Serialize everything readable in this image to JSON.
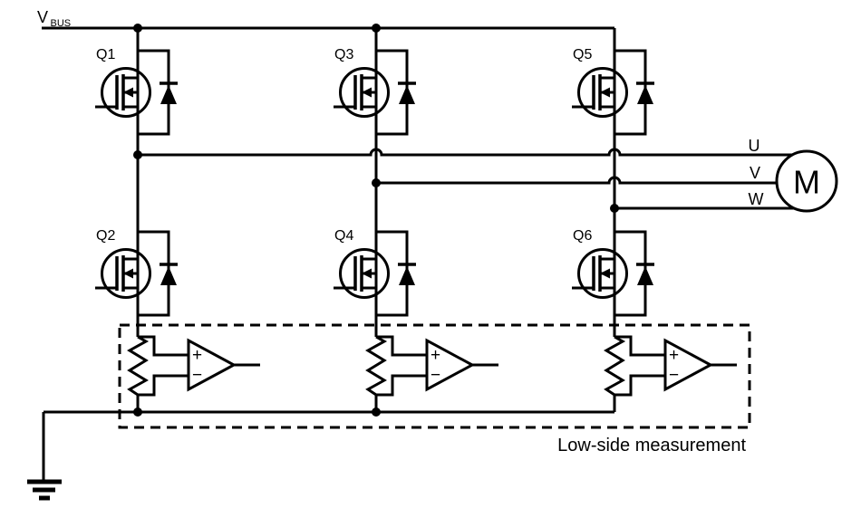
{
  "colors": {
    "line": "#000000",
    "background": "#ffffff"
  },
  "bus": {
    "label": "V",
    "subscript": "BUS"
  },
  "transistors": [
    {
      "label": "Q1"
    },
    {
      "label": "Q3"
    },
    {
      "label": "Q5"
    },
    {
      "label": "Q2"
    },
    {
      "label": "Q4"
    },
    {
      "label": "Q6"
    }
  ],
  "phases": [
    {
      "label": "U"
    },
    {
      "label": "V"
    },
    {
      "label": "W"
    }
  ],
  "motor": {
    "label": "M"
  },
  "measurement": {
    "box_label": "Low-side measurement",
    "opamp": {
      "plus": "+",
      "minus": "−"
    }
  }
}
